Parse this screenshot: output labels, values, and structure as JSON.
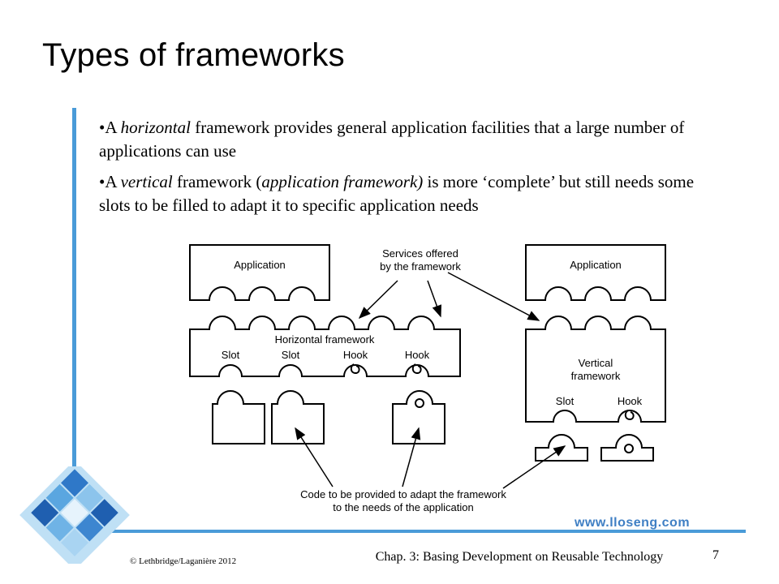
{
  "slide": {
    "title": "Types of frameworks",
    "bullets": [
      {
        "parts": [
          "•A ",
          "horizontal",
          " framework provides general application facilities that a large number of applications can use"
        ]
      },
      {
        "parts": [
          "•A ",
          "vertical",
          " framework (",
          "application framework)",
          " is more ‘complete’ but still needs some slots to be filled to adapt it to specific application needs"
        ]
      }
    ]
  },
  "diagram": {
    "app_label_left": "Application",
    "app_label_right": "Application",
    "services_label_1": "Services offered",
    "services_label_2": "by the framework",
    "horizontal_label": "Horizontal framework",
    "slot1": "Slot",
    "slot2": "Slot",
    "hook1": "Hook",
    "hook2": "Hook",
    "vertical_label_1": "Vertical",
    "vertical_label_2": "framework",
    "v_slot": "Slot",
    "v_hook": "Hook",
    "code_label_1": "Code to be provided to adapt the framework",
    "code_label_2": "to the needs of the application"
  },
  "footer": {
    "watermark": "www.lloseng.com",
    "copyright": "© Lethbridge/Laganière 2012",
    "chapter": "Chap. 3: Basing Development on Reusable Technology",
    "page_number": "7"
  },
  "colors": {
    "accent": "#4a9bd8",
    "watermark": "#3f7fc4"
  }
}
